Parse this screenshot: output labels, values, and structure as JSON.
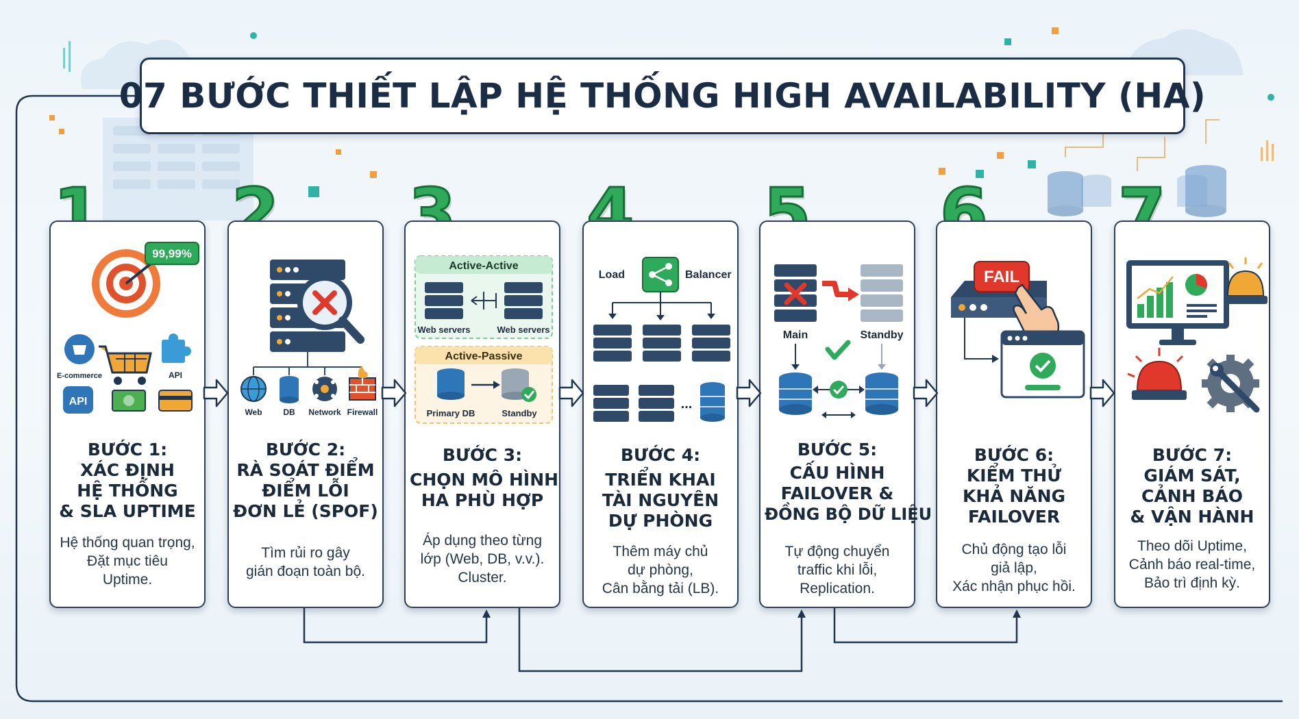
{
  "title": "07 BƯỚC THIẾT LẬP HỆ THỐNG HIGH AVAILABILITY (HA)",
  "colors": {
    "step_green": "#2fa95a",
    "navy": "#1f3550",
    "red": "#e0392b",
    "orange": "#f08a2a",
    "server_blue": "#2e4a68",
    "db_blue": "#2f76b8"
  },
  "steps": [
    {
      "number": "1",
      "title": [
        "BƯỚC 1:",
        "XÁC ĐỊNH",
        "HỆ THỐNG",
        "& SLA UPTIME"
      ],
      "desc": [
        "Hệ thống quan trọng,",
        "Đặt mục tiêu",
        "Uptime."
      ],
      "labels": {
        "badge": "99,99%",
        "ecommerce": "E-commerce",
        "api_small": "API",
        "api": "API"
      },
      "icons": [
        "target-icon",
        "shopping-cart-icon",
        "puzzle-icon",
        "api-icon",
        "money-icon",
        "credit-card-icon"
      ]
    },
    {
      "number": "2",
      "title": [
        "BƯỚC 2:",
        "RÀ SOÁT ĐIỂM",
        "ĐIỂM LỖI",
        "ĐƠN LẺ (SPOF)"
      ],
      "desc": [
        "Tìm rủi ro gây",
        "gián đoạn toàn bộ."
      ],
      "labels": {
        "web": "Web",
        "db": "DB",
        "network": "Network",
        "firewall": "Firewall"
      },
      "icons": [
        "server-rack-icon",
        "magnifier-x-icon",
        "globe-icon",
        "database-icon",
        "network-icon",
        "firewall-icon"
      ]
    },
    {
      "number": "3",
      "title": [
        "BƯỚC 3:",
        "CHỌN MÔ HÌNH",
        "HA PHÙ HỢP"
      ],
      "desc": [
        "Áp dụng theo từng",
        "lớp (Web, DB, v.v.).",
        "Cluster."
      ],
      "labels": {
        "active_active": "Active-Active",
        "web_servers_1": "Web servers",
        "web_servers_2": "Web servers",
        "active_passive": "Active-Passive",
        "primary_db": "Primary DB",
        "standby": "Standby"
      },
      "icons": [
        "server-icon",
        "database-icon",
        "check-icon"
      ]
    },
    {
      "number": "4",
      "title": [
        "BƯỚC 4:",
        "TRIỂN KHAI",
        "TÀI NGUYÊN",
        "DỰ PHÒNG"
      ],
      "desc": [
        "Thêm máy chủ",
        "dự phòng,",
        "Cân bằng tải (LB)."
      ],
      "labels": {
        "load": "Load",
        "balancer": "Balancer",
        "dots": "..."
      },
      "icons": [
        "load-balancer-icon",
        "server-icon",
        "database-icon"
      ]
    },
    {
      "number": "5",
      "title": [
        "BƯỚC 5:",
        "CẤU HÌNH",
        "FAILOVER &",
        "ĐỒNG BỘ DỮ LIỆU"
      ],
      "desc": [
        "Tự động chuyển",
        "traffic khi lỗi,",
        "Replication."
      ],
      "labels": {
        "main": "Main",
        "standby": "Standby"
      },
      "icons": [
        "server-rack-icon",
        "failover-arrow-icon",
        "database-icon",
        "sync-icon"
      ]
    },
    {
      "number": "6",
      "title": [
        "BƯỚC 6:",
        "KIỂM THỬ",
        "KHẢ NĂNG",
        "FAILOVER"
      ],
      "desc": [
        "Chủ động tạo lỗi",
        "giả lập,",
        "Xác nhận phục hồi."
      ],
      "labels": {
        "fail": "FAIL"
      },
      "icons": [
        "fail-button-icon",
        "hand-pointer-icon",
        "browser-check-icon"
      ]
    },
    {
      "number": "7",
      "title": [
        "BƯỚC 7:",
        "GIÁM SÁT,",
        "CẢNH BÁO",
        "& VẬN HÀNH"
      ],
      "desc": [
        "Theo dõi Uptime,",
        "Cảnh báo real-time,",
        "Bảo trì định kỳ."
      ],
      "labels": {},
      "icons": [
        "monitor-dashboard-icon",
        "alarm-light-icon",
        "gear-wrench-icon"
      ]
    }
  ]
}
